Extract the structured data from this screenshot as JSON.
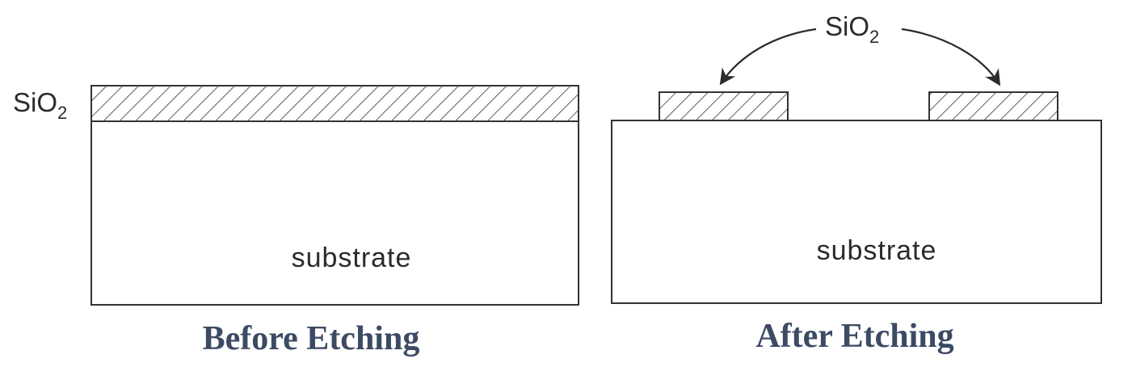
{
  "before": {
    "oxide_label": {
      "base": "SiO",
      "subscript": "2"
    },
    "substrate_label": "substrate",
    "caption": "Before Etching"
  },
  "after": {
    "oxide_label": {
      "base": "SiO",
      "subscript": "2"
    },
    "substrate_label": "substrate",
    "caption": "After Etching"
  },
  "colors": {
    "outline": "#333333",
    "text": "#2b2b2b",
    "caption": "#3c4a63"
  }
}
